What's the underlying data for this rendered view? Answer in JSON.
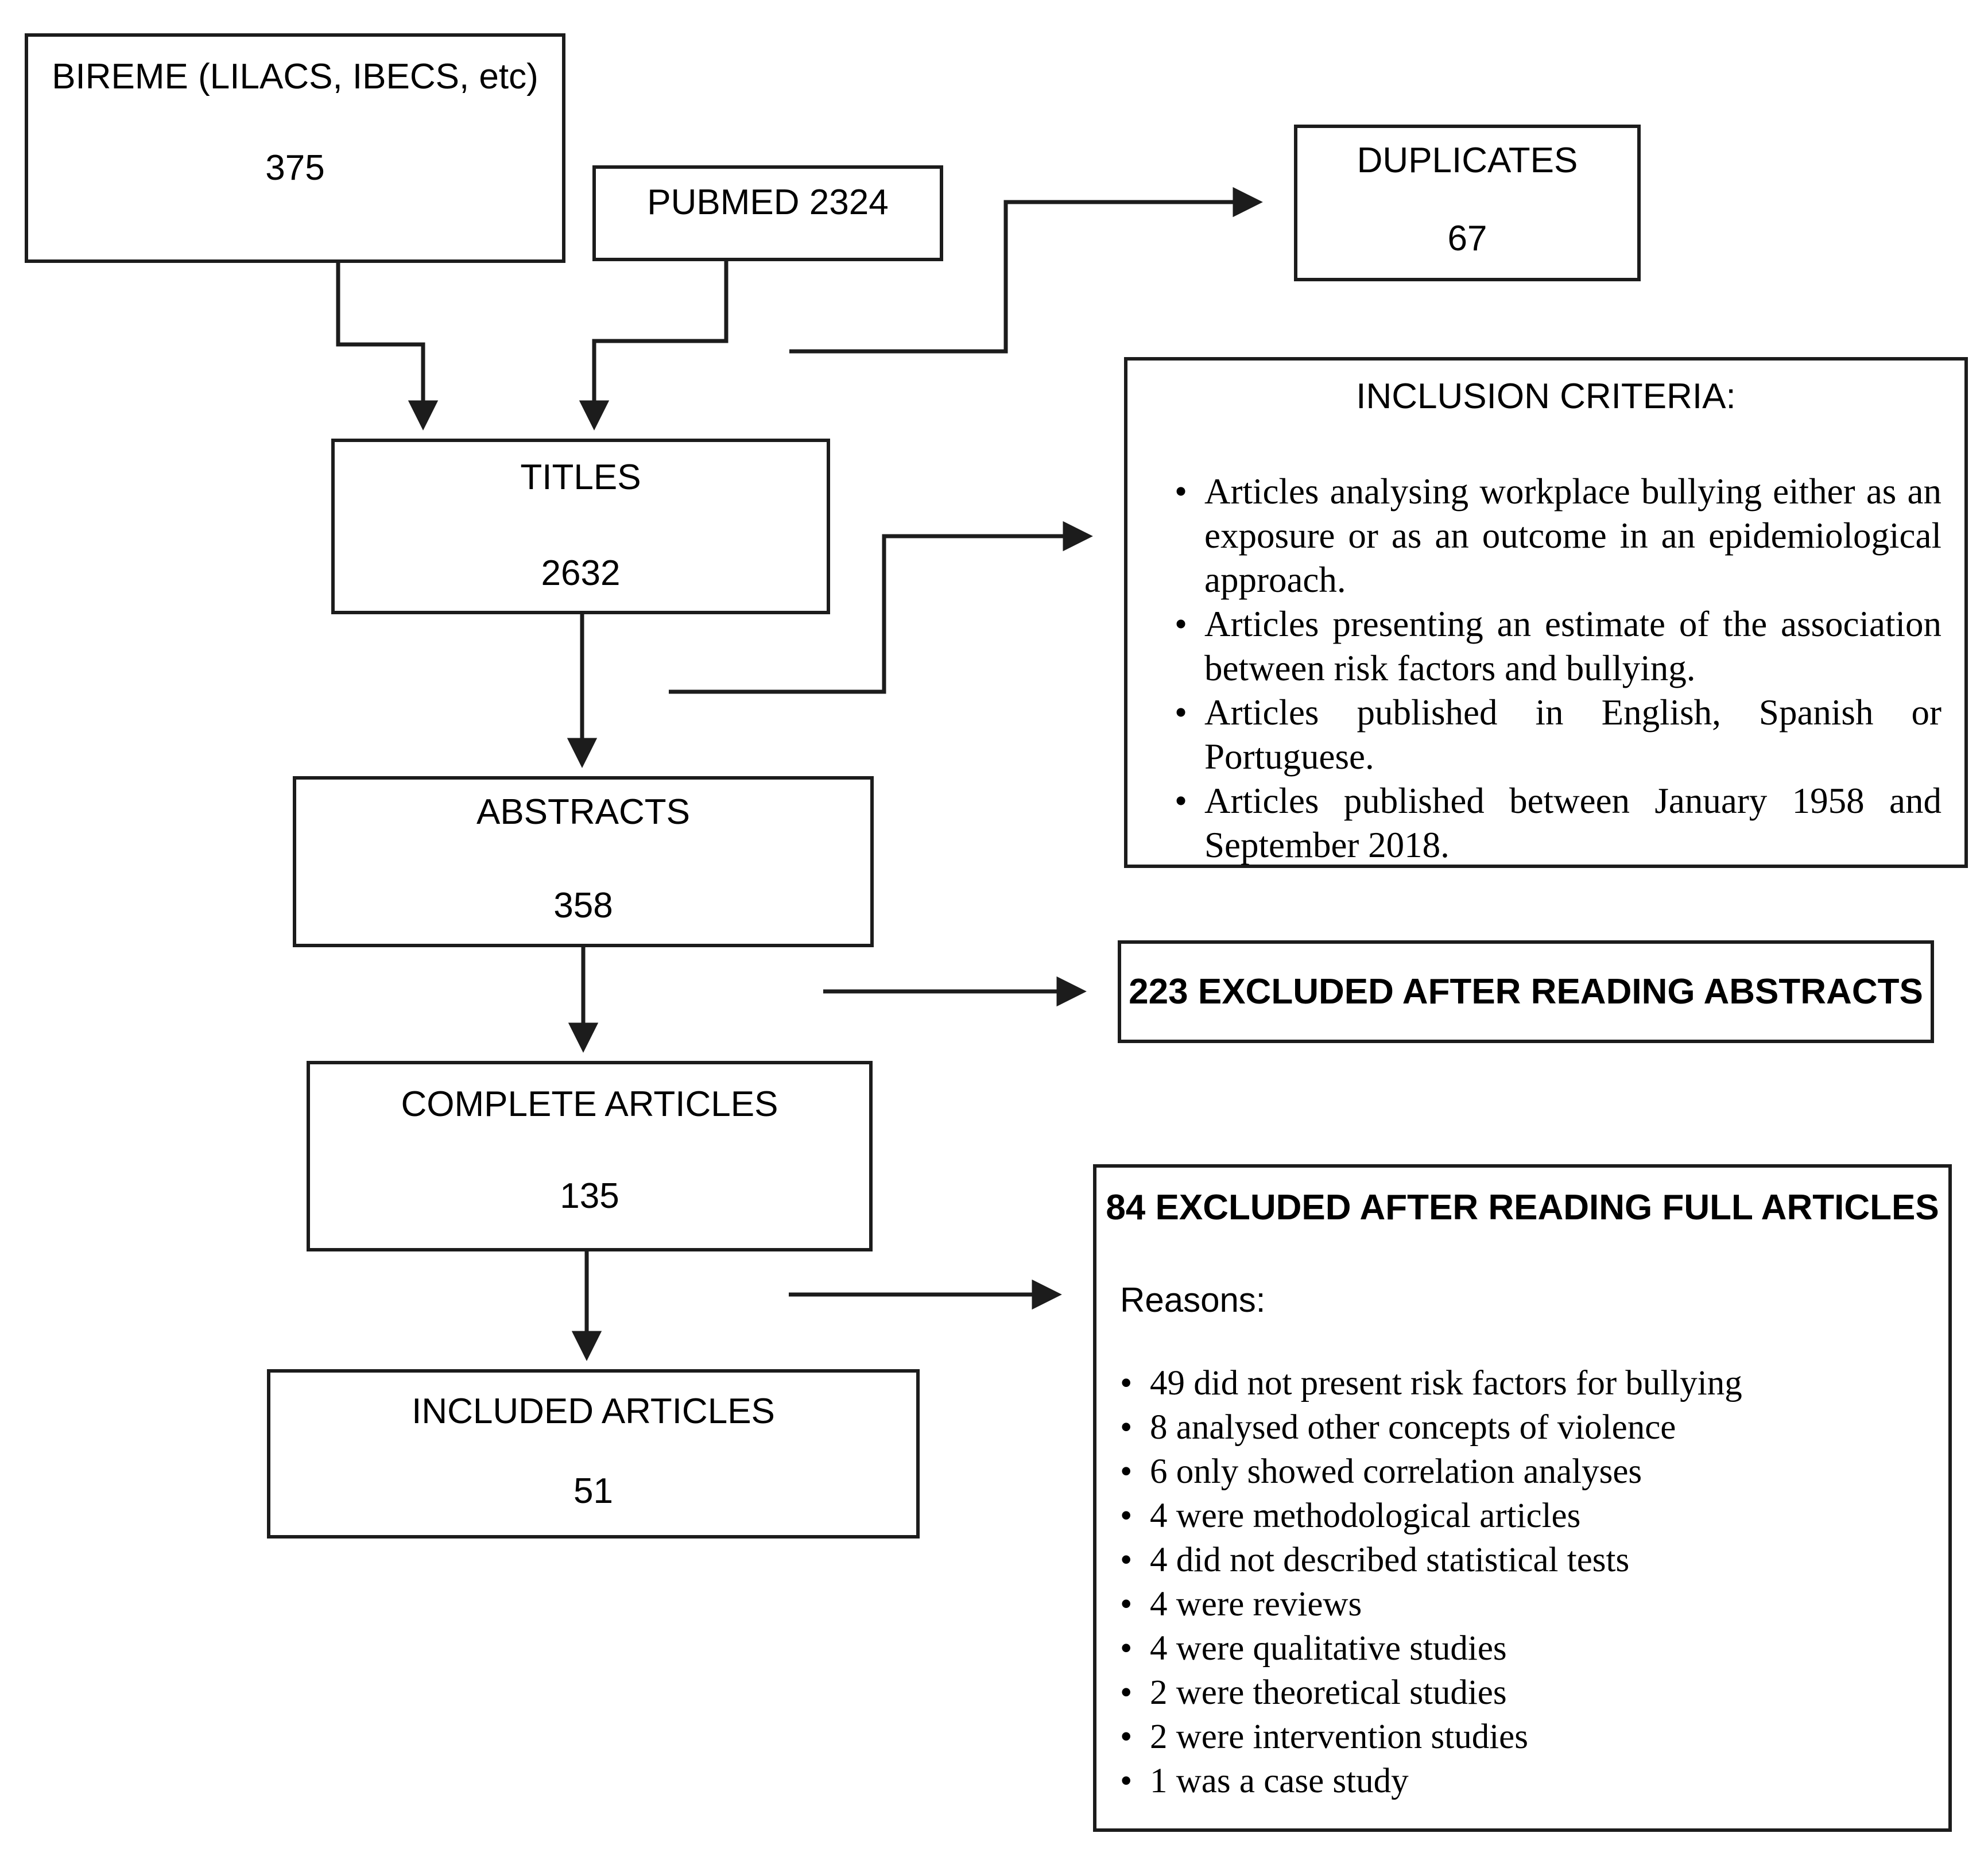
{
  "diagram": {
    "background_color": "#ffffff",
    "line_color": "#1c1c1c",
    "boxes": {
      "bireme": {
        "label": "BIREME (LILACS, IBECS, etc)",
        "count": "375"
      },
      "pubmed": {
        "label": "PUBMED 2324"
      },
      "duplicates": {
        "label": "DUPLICATES",
        "count": "67"
      },
      "titles": {
        "label": "TITLES",
        "count": "2632"
      },
      "abstracts": {
        "label": "ABSTRACTS",
        "count": "358"
      },
      "complete_articles": {
        "label": "COMPLETE ARTICLES",
        "count": "135"
      },
      "included_articles": {
        "label": "INCLUDED ARTICLES",
        "count": "51"
      },
      "inclusion_criteria": {
        "title": "INCLUSION CRITERIA:",
        "bullets": [
          "Articles analysing workplace bullying either as an exposure or as an outcome in an epidemiological approach.",
          "Articles presenting an estimate of the association between risk factors and bullying.",
          "Articles published in English, Spanish or Portuguese.",
          "Articles published between January 1958 and September 2018."
        ]
      },
      "excluded_abstracts": {
        "label": "223 EXCLUDED AFTER READING ABSTRACTS"
      },
      "excluded_full_articles": {
        "title": "84 EXCLUDED AFTER READING FULL ARTICLES",
        "reasons_label": "Reasons:",
        "reasons": [
          "49 did not present risk factors for bullying",
          "8 analysed other concepts of violence",
          "6 only showed correlation analyses",
          "4 were methodological articles",
          "4 did not described statistical tests",
          "4 were reviews",
          "4 were qualitative studies",
          "2 were theoretical studies",
          "2 were intervention studies",
          "1 was a case study"
        ]
      }
    }
  }
}
